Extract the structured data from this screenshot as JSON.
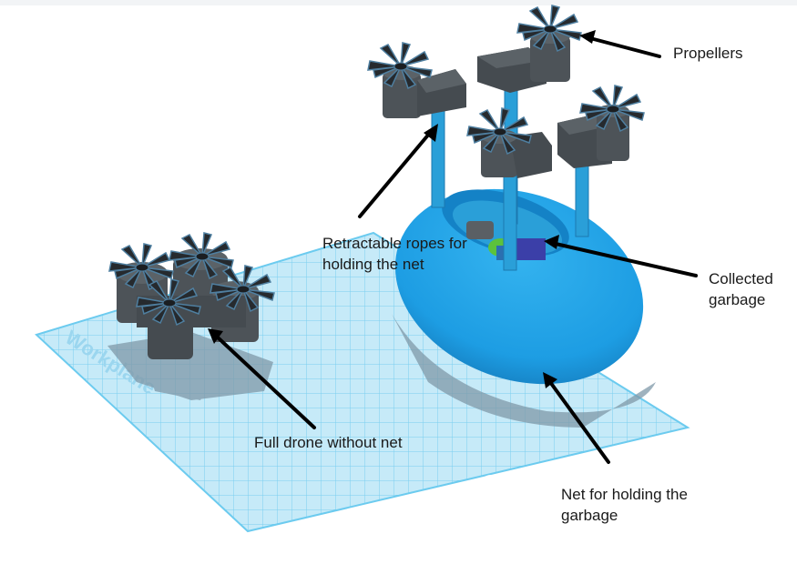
{
  "workplane": {
    "text": "Workplane"
  },
  "labels": {
    "propellers": "Propellers",
    "ropes": "Retractable ropes for holding the net",
    "garbage": "Collected garbage",
    "drone": "Full drone without net",
    "net": "Net for holding the garbage"
  },
  "colors": {
    "background": "#ffffff",
    "grid_fill": "#bfe7f7",
    "grid_line": "#6ccbef",
    "drone_body": "#4d5358",
    "propeller": "#23272b",
    "propeller_edge": "#4f7fa0",
    "net": "#1d9de3",
    "rope": "#2a9fd8",
    "shadow": "#7f98a8",
    "arrow": "#000000"
  },
  "icons": [
    "arrow-icon",
    "propeller-icon"
  ]
}
